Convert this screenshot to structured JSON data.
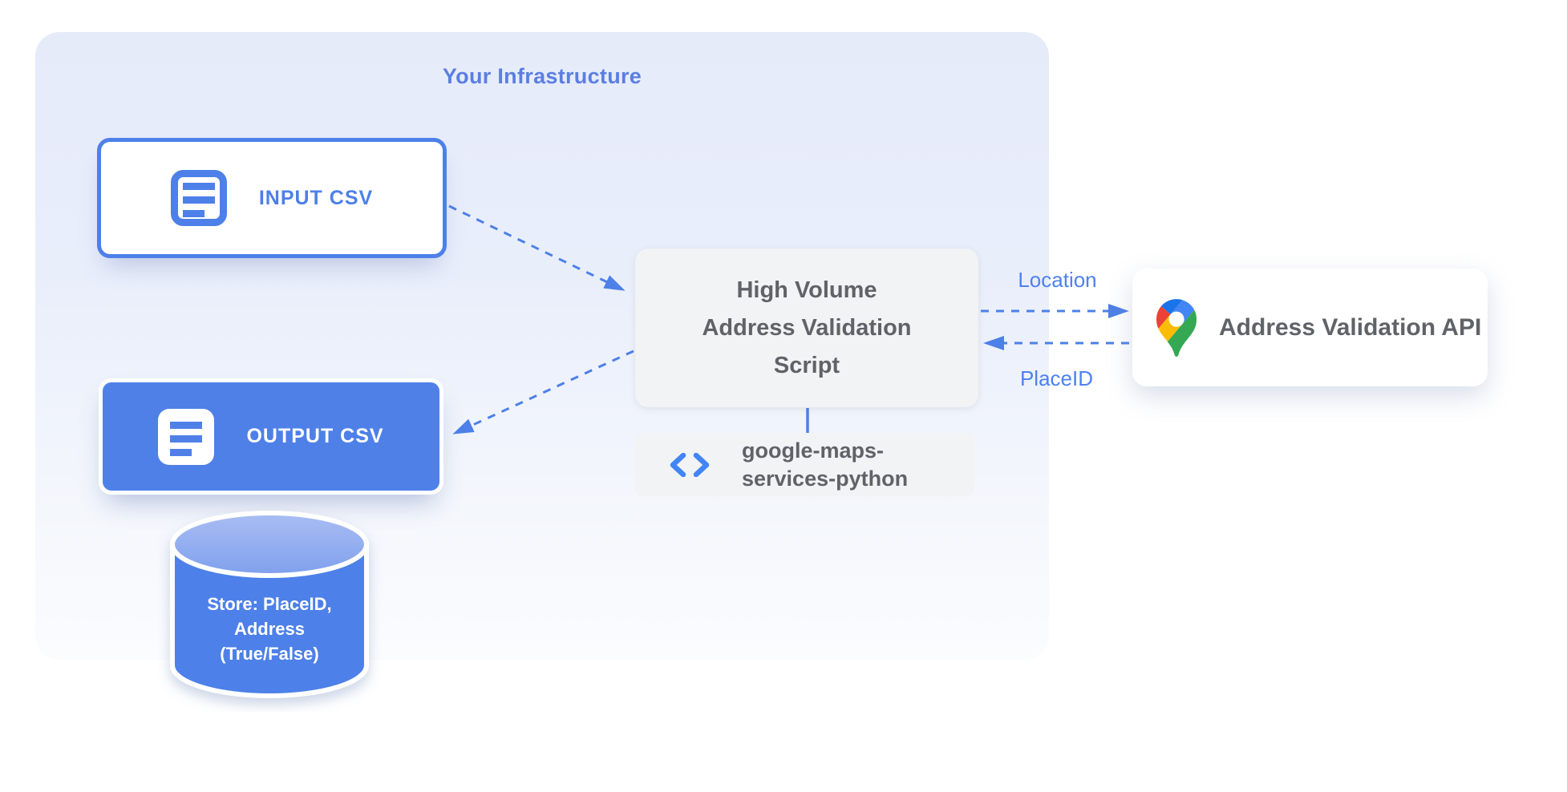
{
  "infrastructure": {
    "title": "Your Infrastructure"
  },
  "nodes": {
    "input_csv": {
      "label": "INPUT CSV"
    },
    "output_csv": {
      "label": "OUTPUT CSV"
    },
    "script": {
      "lines": [
        "High Volume",
        "Address Validation",
        "Script"
      ]
    },
    "library": {
      "lines": [
        "google-maps-",
        "services-python"
      ]
    },
    "api": {
      "label": "Address Validation API"
    },
    "datastore": {
      "lines": [
        "Store: PlaceID,",
        "Address",
        "(True/False)"
      ]
    }
  },
  "edges": {
    "script_to_api": {
      "label": "Location",
      "style": "dashed"
    },
    "api_to_script": {
      "label": "PlaceID",
      "style": "dashed"
    },
    "input_to_script": {
      "style": "dashed"
    },
    "script_to_output": {
      "style": "dashed"
    },
    "script_to_library": {
      "style": "solid"
    }
  },
  "icons": {
    "input_csv": "csv-document-icon",
    "output_csv": "csv-document-icon",
    "library": "code-icon",
    "api": "google-maps-pin-icon",
    "datastore": "database-cylinder"
  },
  "colors": {
    "accent_blue": "#4d80e8",
    "edge_label_blue": "#4d82ee",
    "panel_title_blue": "#5b7ee1",
    "panel_top": "#e6ebfa",
    "panel_bottom": "#fbfcfe",
    "gray_box": "#f1f3f4",
    "gray_text": "#5f6368",
    "cylinder_top_light": "#a9bdf3",
    "cylinder_top_dark": "#7fa0ed",
    "pin_dark_blue": "#1a73e8",
    "pin_red": "#ea4335",
    "pin_blue": "#4285f4",
    "pin_yellow": "#fbbc04",
    "pin_green": "#34a853"
  }
}
